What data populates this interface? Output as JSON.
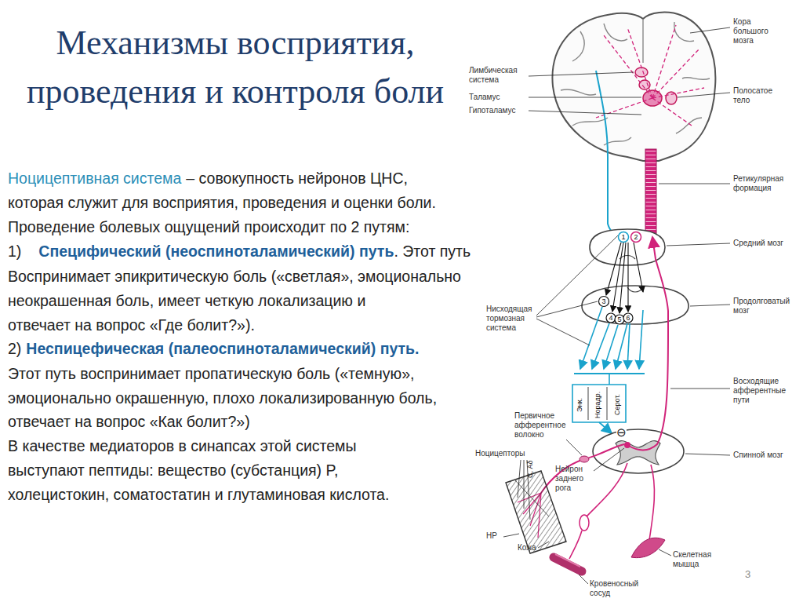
{
  "diagram": {
    "title": "Механизмы восприятия, проведения и контроля боли",
    "labels": [
      "Ноцицептивная система",
      "– совокупность нейронов ЦНС,",
      "которая служит для восприятия, проведения и оценки боли.",
      "Проведение болевых ощущений происходит по 2 путям:",
      "1)",
      "Специфический (неоспиноталамический) путь",
      ". Этот путь",
      "Воспринимает эпикритическую боль («светлая», эмоционально",
      "неокрашенная боль, имеет четкую локализацию и",
      "отвечает на вопрос «Где болит?»).",
      "2)",
      "Неспицефическая (палеоспиноталамический) путь.",
      "Этот путь воспринимает пропатическую боль («темную»,",
      "эмоционально окрашенную, плохо локализированную боль,",
      "отвечает на вопрос «Как болит?»)",
      "В качестве медиаторов в синапсах этой системы",
      "выступают пептиды: вещество (субстанция) P,",
      "холецистокин, соматостатин и глутаминовая кислота.",
      "Лимбическая система",
      "Таламус",
      "Гипоталамус",
      "Кора большого мозга",
      "Полосатое тело",
      "Ретикулярная формация",
      "Средний мозг",
      "Продолговатый мозг",
      "Нисходящая тормозная система",
      "1",
      "2",
      "3",
      "4",
      "5",
      "6",
      "Энк.",
      "Норадр.",
      "Серот.",
      "Восходящие афферентные пути",
      "Первичное афферентное волокно",
      "⊖",
      "Ноцицепторы",
      "С, Аδ",
      "Нейрон заднего рога",
      "Спинной мозг",
      "НР",
      "Кожа",
      "Скелетная мышца",
      "Кровеносный сосуд",
      "3"
    ]
  }
}
